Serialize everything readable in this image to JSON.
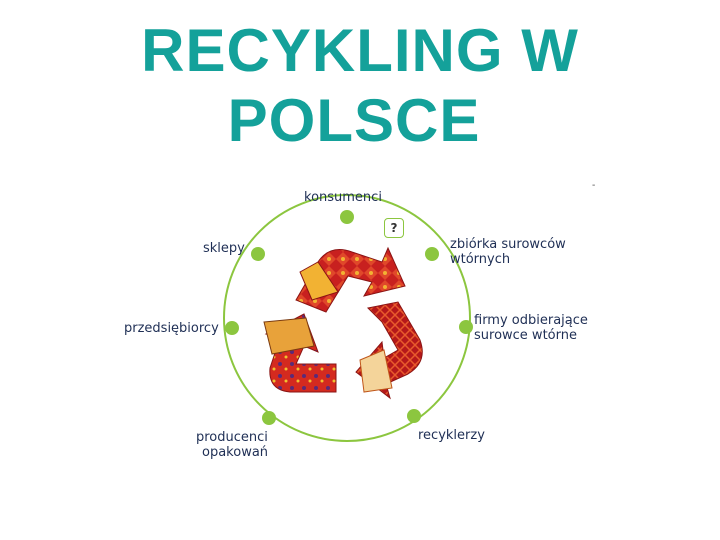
{
  "title": {
    "line1": "RECYKLING W",
    "line2": "POLSCE"
  },
  "corner_mark": "-",
  "diagram": {
    "question_mark": "?",
    "nodes": {
      "konsumenci": "konsumenci",
      "zbiorka_line1": "zbiórka surowców",
      "zbiorka_line2": "wtórnych",
      "firmy_line1": "firmy odbierające",
      "firmy_line2": "surowce wtórne",
      "recyklerzy": "recyklerzy",
      "producenci_line1": "producenci",
      "producenci_line2": "opakowań",
      "przedsiebiorcy": "przedsiębiorcy",
      "sklepy": "sklepy"
    },
    "colors": {
      "ring": "#8cc63f",
      "title": "#14a19a",
      "label": "#1f2f55",
      "arrows": "#c8201f"
    }
  }
}
